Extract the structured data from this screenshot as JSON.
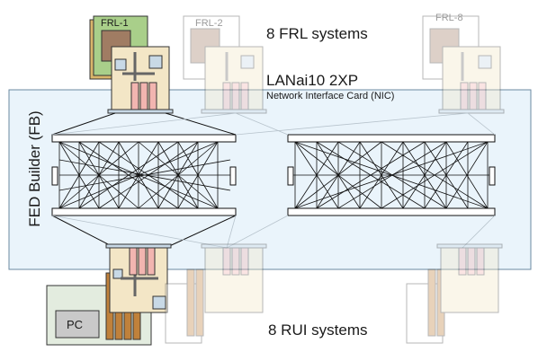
{
  "labels": {
    "frl_systems": "8 FRL systems",
    "nic_model": "LANai10 2XP",
    "nic_desc": "Network Interface Card (NIC)",
    "fed_builder": "FED Builder (FB)",
    "rui_systems": "8 RUI systems",
    "pc": "PC",
    "frl_1": "FRL-1",
    "frl_2": "FRL-2",
    "frl_8": "FRL-8"
  },
  "colors": {
    "fb_panel": "#eaf4fb",
    "frl1_card": "#a9cf8a",
    "nic_board": "#f3e6c6",
    "chip": "#f2b5b0",
    "connector": "#c8d9e6",
    "pc_box": "#e3ecdf",
    "pc_inner": "#c9c9c9",
    "slots": "#c0813b"
  }
}
